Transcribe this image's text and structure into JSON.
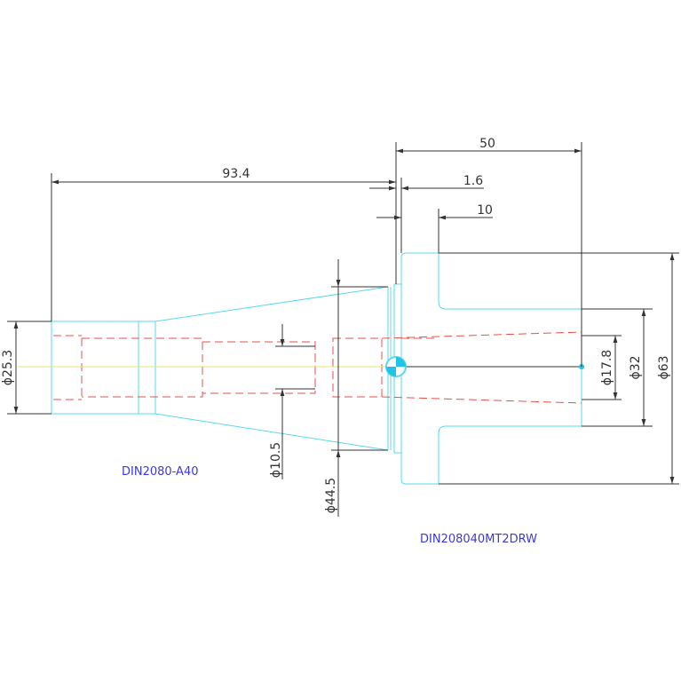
{
  "dimensions": {
    "d_50": "50",
    "d_93_4": "93.4",
    "d_1_6": "1.6",
    "d_10": "10",
    "d_25_3": "ϕ25.3",
    "d_10_5": "ϕ10.5",
    "d_44_5": "ϕ44.5",
    "d_17_8": "ϕ17.8",
    "d_32": "ϕ32",
    "d_63": "ϕ63"
  },
  "labels": {
    "left_part": "DIN2080-A40",
    "right_part": "DIN208040MT2DRW"
  },
  "colors": {
    "outline": "#5ad8ec",
    "hidden_lines": "#e8504a",
    "dimension_lines": "#333333",
    "centerline": "#e6e07a",
    "label_text": "#3a3adc"
  }
}
